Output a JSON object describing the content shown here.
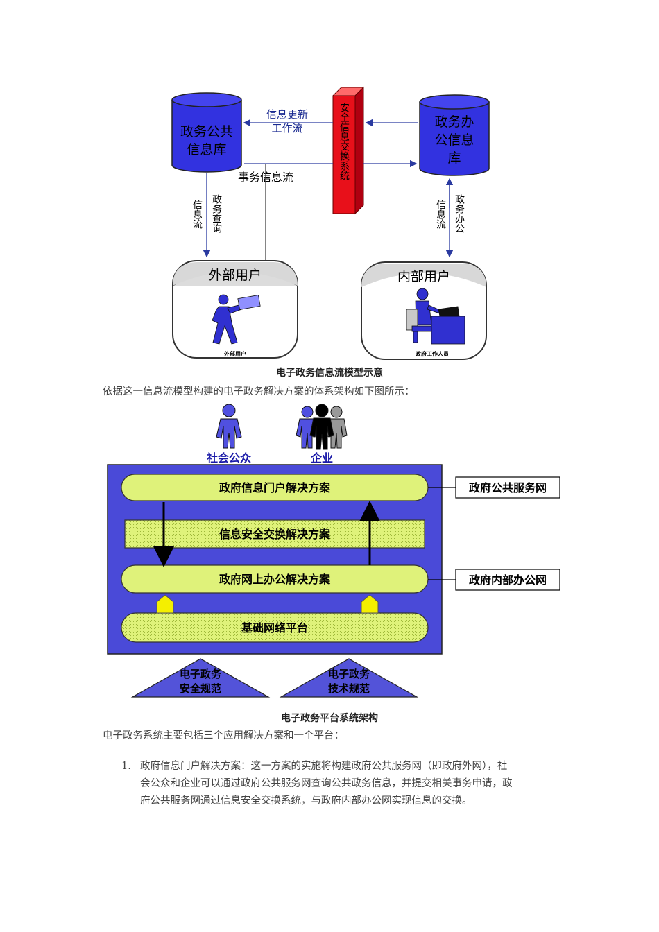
{
  "diagram1": {
    "db_public_line1": "政务公共",
    "db_public_line2": "信息库",
    "db_office_line1": "政务办",
    "db_office_line2": "公信息",
    "db_office_line3": "库",
    "security_system": "安全信息交换系统",
    "update_flow_line1": "信息更新",
    "update_flow_line2": "工作流",
    "affair_flow": "事务信息流",
    "query_flow_col1": "政务查询",
    "query_flow_col2": "信息流",
    "office_flow_col1": "政务办公",
    "office_flow_col2": "信息流",
    "external_user": "外部用户",
    "external_user_caption": "外部用户",
    "internal_user": "内部用户",
    "internal_user_caption": "政府工作人员",
    "caption": "电子政务信息流模型示意"
  },
  "intro_text": "依据这一信息流模型构建的电子政务解决方案的体系架构如下图所示：",
  "diagram2": {
    "public_label": "社会公众",
    "enterprise_label": "企业",
    "portal": "政府信息门户解决方案",
    "exchange": "信息安全交换解决方案",
    "office": "政府网上办公解决方案",
    "network": "基础网络平台",
    "public_service_net": "政府公共服务网",
    "internal_office_net": "政府内部办公网",
    "security_norm_line1": "电子政务",
    "security_norm_line2": "安全规范",
    "tech_norm_line1": "电子政务",
    "tech_norm_line2": "技术规范",
    "caption": "电子政务平台系统架构"
  },
  "summary_text": "电子政务系统主要包括三个应用解决方案和一个平台：",
  "list": {
    "number": "1.",
    "line1": "政府信息门户解决方案：这一方案的实施将构建政府公共服务网（即政府外网），社",
    "line2": "会公众和企业可以通过政府公共服务网查询公共政务信息，并提交相关事务申请，政",
    "line3": "府公共服务网通过信息安全交换系统，与政府内部办公网实现信息的交换。"
  },
  "colors": {
    "db_blue": "#3232e0",
    "security_red": "#e8101a",
    "frame_blue": "#4a4ad8",
    "bar_green": "#dff27a",
    "arrow_blue": "#2a3aa0",
    "triangle_blue": "#5353d9",
    "house_yellow": "#f4ef00"
  }
}
